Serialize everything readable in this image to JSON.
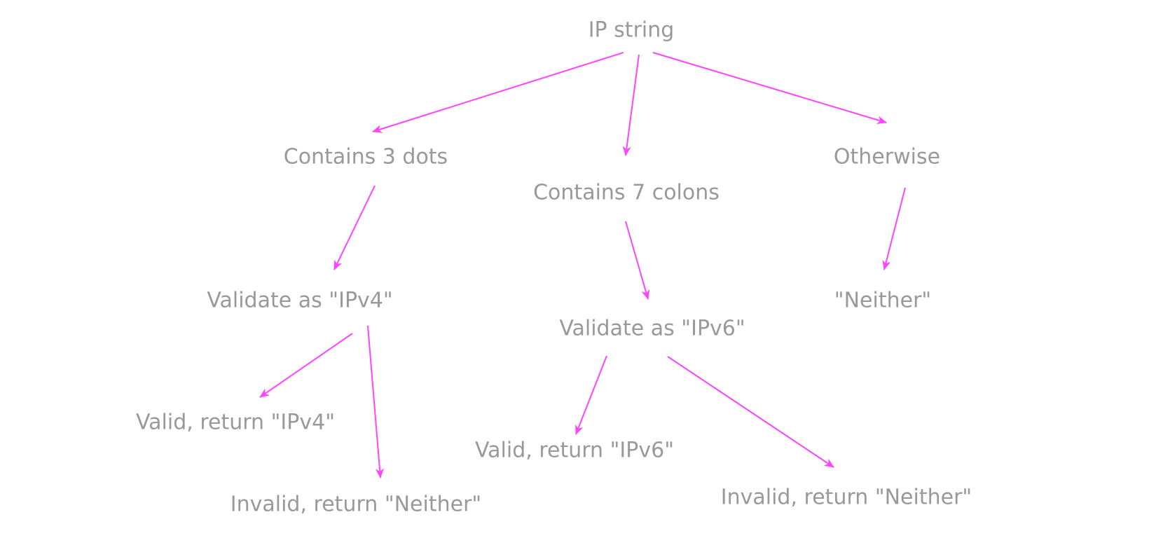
{
  "colors": {
    "text": "#999999",
    "arrow": "#ff44ff",
    "background": "#ffffff"
  },
  "nodes": {
    "root": "IP string",
    "dots": "Contains 3 dots",
    "colons": "Contains 7 colons",
    "otherwise": "Otherwise",
    "validate_ipv4": "Validate as \"IPv4\"",
    "validate_ipv6": "Validate as \"IPv6\"",
    "neither": "\"Neither\"",
    "valid_ipv4": "Valid, return \"IPv4\"",
    "invalid_ipv4": "Invalid, return \"Neither\"",
    "valid_ipv6": "Valid, return \"IPv6\"",
    "invalid_ipv6": "Invalid, return \"Neither\""
  },
  "edges": [
    {
      "from": "root",
      "to": "dots"
    },
    {
      "from": "root",
      "to": "colons"
    },
    {
      "from": "root",
      "to": "otherwise"
    },
    {
      "from": "dots",
      "to": "validate_ipv4"
    },
    {
      "from": "colons",
      "to": "validate_ipv6"
    },
    {
      "from": "otherwise",
      "to": "neither"
    },
    {
      "from": "validate_ipv4",
      "to": "valid_ipv4"
    },
    {
      "from": "validate_ipv4",
      "to": "invalid_ipv4"
    },
    {
      "from": "validate_ipv6",
      "to": "valid_ipv6"
    },
    {
      "from": "validate_ipv6",
      "to": "invalid_ipv6"
    }
  ]
}
